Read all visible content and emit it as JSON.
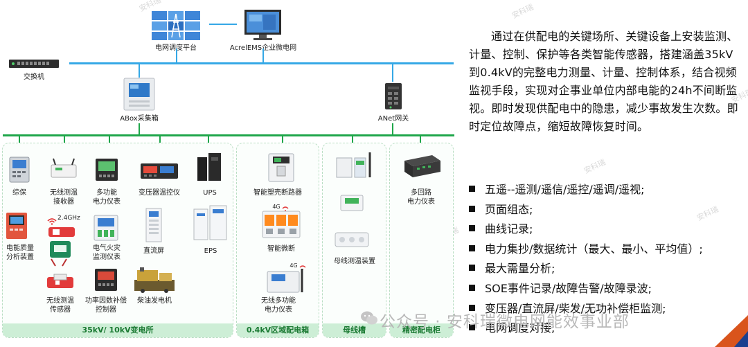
{
  "top": {
    "grid_platform": "电网调度平台",
    "ems_platform": "AcrelEMS企业微电网",
    "switch": "交换机",
    "abox": "ABox采集箱",
    "anet": "ANet网关"
  },
  "panels": {
    "substation": {
      "title": "35kV/ 10kV变电所",
      "devices": {
        "zongbao": "综保",
        "wireless_temp_receiver": "无线测温\n接收器",
        "multi_meter": "多功能\n电力仪表",
        "transformer_temp": "变压器温控仪",
        "ups": "UPS",
        "power_quality": "电能质量\n分析装置",
        "freq_label": "2.4GHz",
        "fire_monitor": "电气火灾\n监测仪表",
        "dc_screen": "直流屏",
        "eps": "EPS",
        "wireless_temp_sensor": "无线测温\n传感器",
        "pf_controller": "功率因数补偿\n控制器",
        "diesel": "柴油发电机"
      }
    },
    "lv_box": {
      "title": "0.4kV区域配电箱",
      "devices": {
        "smart_breaker": "智能塑壳断路器",
        "signal_4g_a": "4G",
        "smart_mcb": "智能微断",
        "signal_4g_b": "4G",
        "wireless_meter": "无线多功能\n电力仪表"
      }
    },
    "busway": {
      "title": "母线槽",
      "devices": {
        "busway_temp": "母线测温装置"
      }
    },
    "precision": {
      "title": "精密配电柜",
      "devices": {
        "multi_circuit": "多回路\n电力仪表"
      }
    }
  },
  "text": {
    "paragraph": "通过在供配电的关键场所、关键设备上安装监测、计量、控制、保护等各类智能传感器，搭建涵盖35kV到0.4kV的完整电力测量、计量、控制体系，结合视频监视手段，实现对企事业单位内部电能的24h不间断监视。即时发现供配电中的隐患，减少事故发生次数。即时定位故障点，缩短故障恢复时间。",
    "bullets": [
      "五遥--遥测/遥信/遥控/遥调/遥视;",
      "页面组态;",
      "曲线记录;",
      "电力集抄/数据统计（最大、最小、平均值）;",
      "最大需量分析;",
      "SOE事件记录/故障告警/故障录波;",
      "变压器/直流屏/柴发/无功补偿柜监测;",
      "电网调度对接;"
    ]
  },
  "watermark": "安科瑞",
  "credit": "公众号 · 安科瑞微电网能效事业部",
  "colors": {
    "bus_blue": "#35a8e6",
    "bus_green": "#1fa64a",
    "panel_fill": "#cdeed6"
  }
}
